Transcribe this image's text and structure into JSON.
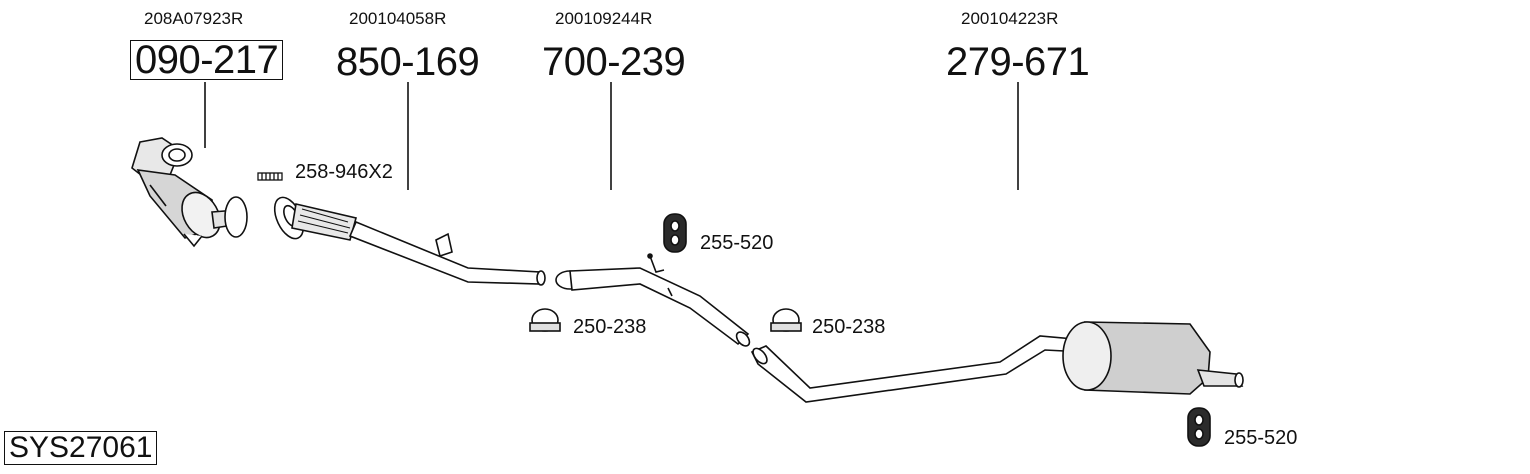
{
  "system_code": "SYS27061",
  "parts": [
    {
      "oem": "208A07923R",
      "part_no": "090-217",
      "boxed": true
    },
    {
      "oem": "200104058R",
      "part_no": "850-169",
      "boxed": false
    },
    {
      "oem": "200109244R",
      "part_no": "700-239",
      "boxed": false
    },
    {
      "oem": "200104223R",
      "part_no": "279-671",
      "boxed": false
    }
  ],
  "accessories": [
    {
      "part_no": "258-946X2",
      "item": "stud-bolt"
    },
    {
      "part_no": "255-520",
      "item": "rubber-hanger"
    },
    {
      "part_no": "250-238",
      "item": "pipe-clamp"
    },
    {
      "part_no": "250-238",
      "item": "pipe-clamp"
    },
    {
      "part_no": "255-520",
      "item": "rubber-hanger"
    }
  ]
}
